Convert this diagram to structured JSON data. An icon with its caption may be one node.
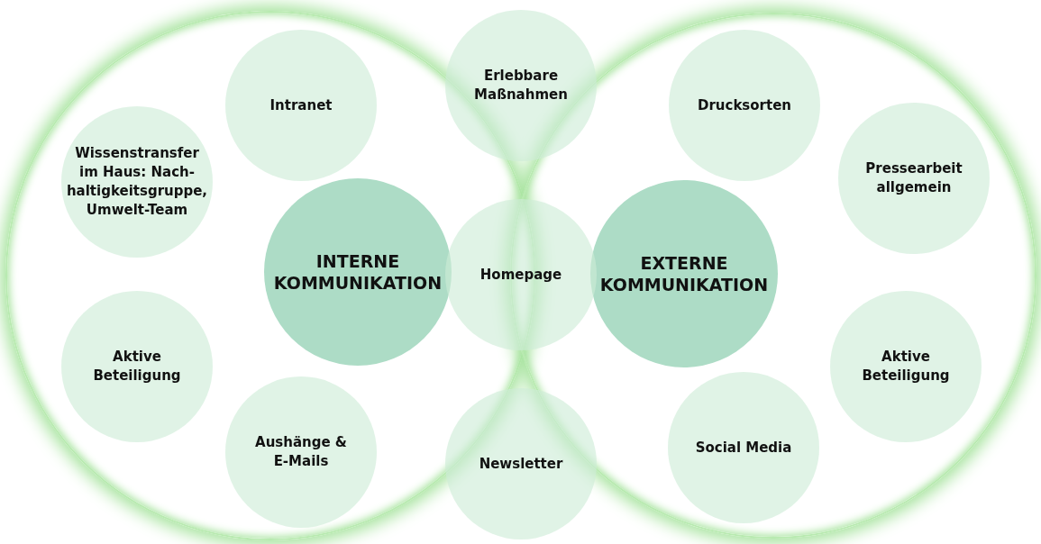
{
  "diagram": {
    "nodes": [
      {
        "text": [],
        "shape": "circle"
      },
      {
        "text": [
          "Intranet"
        ],
        "in": 0
      },
      {
        "text": [
          "Wissenstransfer im Haus: Nach-haltigkeitsgruppe, Umwelt-Team"
        ],
        "in": 0
      },
      {
        "text": [
          "Aktive Beteiligung"
        ],
        "in": 0
      },
      {
        "text": [
          "Aushänge & E-Mails"
        ],
        "in": 0
      },
      {
        "text": [
          "INTERNE KOMMUNIKATION"
        ],
        "in": 0
      },
      {
        "text": [
          "Erlebbare Maßnahmen"
        ]
      },
      {
        "text": [
          "Homepage"
        ]
      },
      {
        "text": [
          "Newsletter"
        ]
      },
      {
        "text": [],
        "shape": "circle"
      },
      {
        "text": [
          "Drucksorten"
        ],
        "in": 9
      },
      {
        "text": [
          "Pressearbeit allgemein"
        ],
        "in": 9
      },
      {
        "text": [
          "EXTERNE KOMMUNIKATION"
        ],
        "in": 9
      },
      {
        "text": [
          "Aktive Beteiligung"
        ],
        "in": 9
      },
      {
        "text": [
          "Social Media"
        ],
        "in": 9
      }
    ],
    "edges": []
  }
}
